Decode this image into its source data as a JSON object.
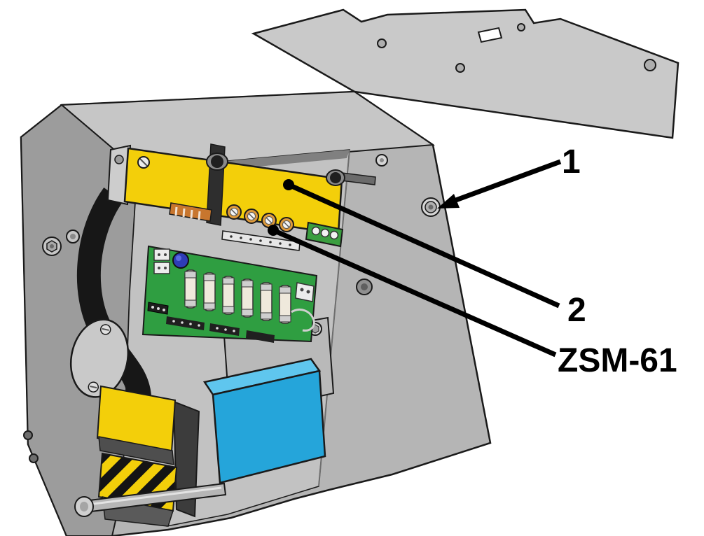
{
  "diagram": {
    "callouts": [
      {
        "label": "1"
      },
      {
        "label": "2"
      },
      {
        "label": "ZSM-61"
      }
    ],
    "colors": {
      "outline": "#1a1a1a",
      "module_yellow": "#f3cf0a",
      "terminal_green": "#3a9e3f",
      "pcb_green": "#2f9e41",
      "component_blue": "#25a5da",
      "component_blue_top": "#5fc6ee",
      "hazard_yellow": "#f3cf0a",
      "terminal_orange": "#de9a3a",
      "cable_black": "#171717"
    }
  }
}
